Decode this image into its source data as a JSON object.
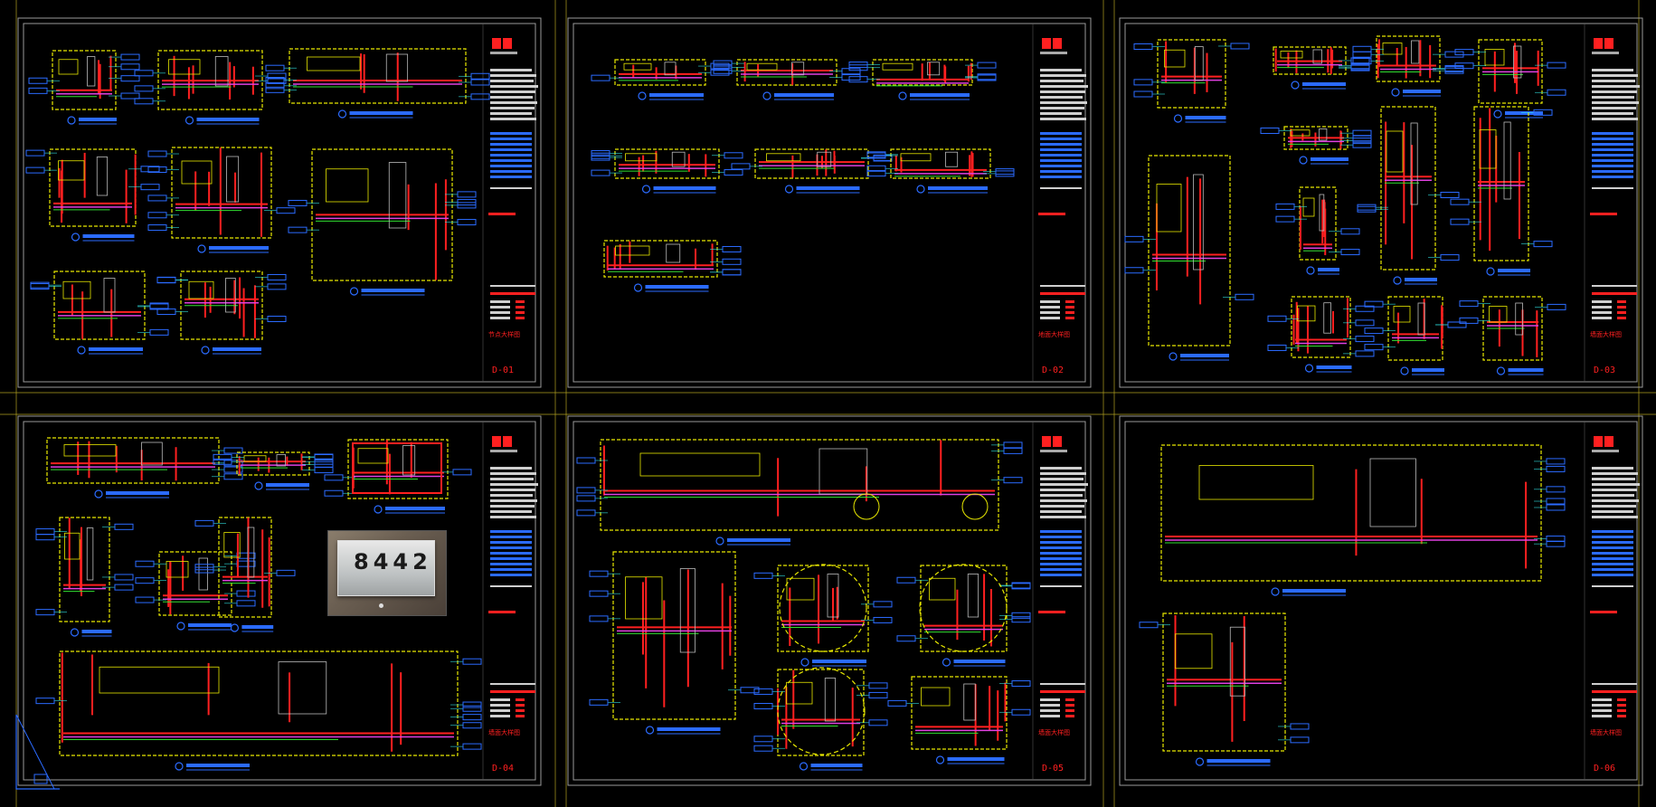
{
  "sheets": [
    {
      "id": "D-01",
      "title": "节点大样图"
    },
    {
      "id": "D-02",
      "title": "地面大样图"
    },
    {
      "id": "D-03",
      "title": "墙面大样图"
    },
    {
      "id": "D-04",
      "title": "墙面大样图"
    },
    {
      "id": "D-05",
      "title": "墙面大样图"
    },
    {
      "id": "D-06",
      "title": "墙面大样图"
    }
  ],
  "photo": {
    "number": "8442"
  },
  "colors": {
    "frame": "#9a9a9a",
    "yellow": "#e8e800",
    "red": "#ff2020",
    "blue": "#2b6bff",
    "magenta": "#e040e0",
    "green": "#30e030",
    "cyan": "#30e0e0",
    "grid": "#b0a020"
  }
}
